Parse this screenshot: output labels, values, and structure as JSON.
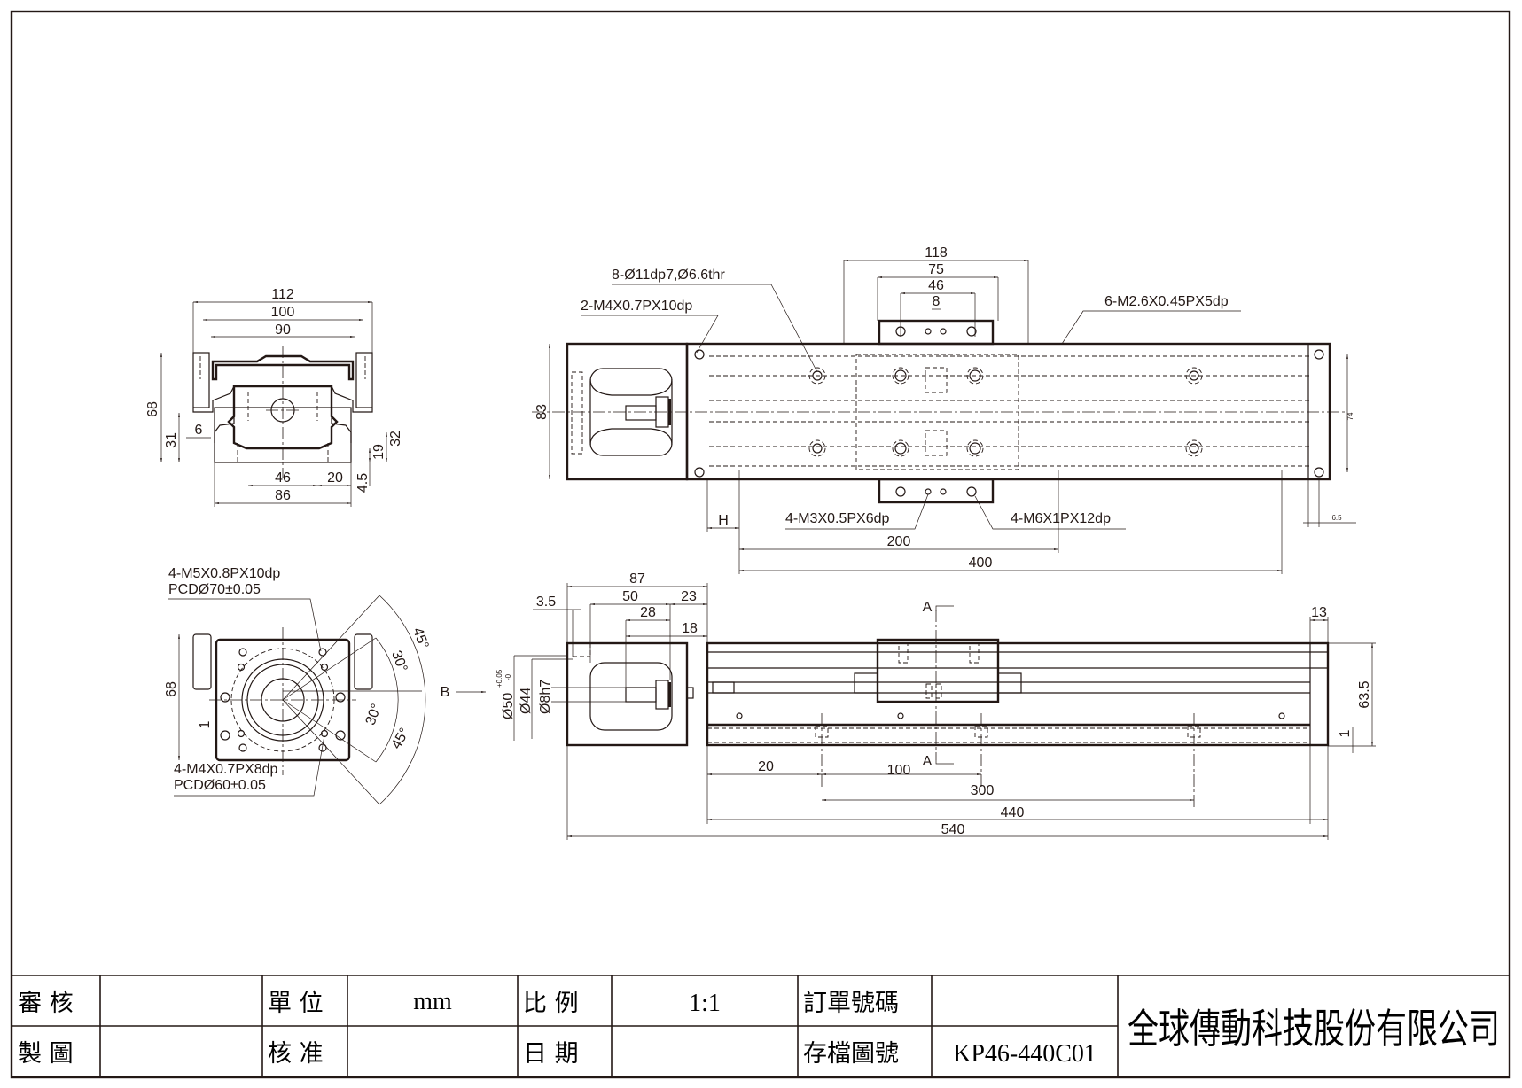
{
  "title_block": {
    "reviewed_label": "審 核",
    "drawn_label": "製 圖",
    "unit_label": "單 位",
    "unit_value": "mm",
    "approved_label": "核 准",
    "scale_label": "比 例",
    "scale_value": "1:1",
    "date_label": "日 期",
    "order_no_label": "訂單號碼",
    "order_no_value": "",
    "file_no_label": "存檔圖號",
    "file_no_value": "KP46-440C01",
    "company": "全球傳動科技股份有限公司"
  },
  "end_view": {
    "dims": {
      "width_112": "112",
      "width_100": "100",
      "width_90": "90",
      "height_68": "68",
      "height_31": "31",
      "offset_6": "6",
      "height_32": "32",
      "height_19": "19",
      "height_4_5": "4.5",
      "width_46": "46",
      "width_20": "20",
      "width_86": "86"
    }
  },
  "motor_flange_view": {
    "note_top_line1": "4-M5X0.8PX10dp",
    "note_top_line2": "PCDØ70±0.05",
    "note_bottom_line1": "4-M4X0.7PX8dp",
    "note_bottom_line2": "PCDØ60±0.05",
    "dims": {
      "height_68": "68",
      "offset_1": "1",
      "angle_45_top": "45°",
      "angle_30_top": "30°",
      "angle_30_bottom": "30°",
      "angle_45_bottom": "45°"
    },
    "view_arrow_label": "B"
  },
  "top_view": {
    "notes": {
      "counterbore": "8-Ø11dp7,Ø6.6thr",
      "motor_tap": "2-M4X0.7PX10dp",
      "cover_tap": "6-M2.6X0.45PX5dp",
      "carriage_small_tap": "4-M3X0.5PX6dp",
      "carriage_tap": "4-M6X1PX12dp"
    },
    "dims": {
      "carriage_118": "118",
      "carriage_75": "75",
      "carriage_46": "46",
      "carriage_8": "8",
      "height_83": "83",
      "height_74": "74",
      "end_6_5": "6.5",
      "h_label": "H",
      "pitch_200": "200",
      "pitch_400": "400"
    }
  },
  "side_view": {
    "dims": {
      "motor_87": "87",
      "motor_50": "50",
      "motor_23": "23",
      "motor_28": "28",
      "motor_18": "18",
      "offset_3_5": "3.5",
      "end_13": "13",
      "height_63_5": "63.5",
      "base_1": "1",
      "dia_50": "Ø50",
      "dia_50_tol_upper": "+0.05",
      "dia_50_tol_lower": "-0",
      "dia_44": "Ø44",
      "dia_8h7": "Ø8h7",
      "base_20": "20",
      "base_100": "100",
      "base_300": "300",
      "stroke_440": "440",
      "total_540": "540"
    },
    "section_label_top": "A",
    "section_label_bottom": "A",
    "view_arrow_label": "B"
  }
}
